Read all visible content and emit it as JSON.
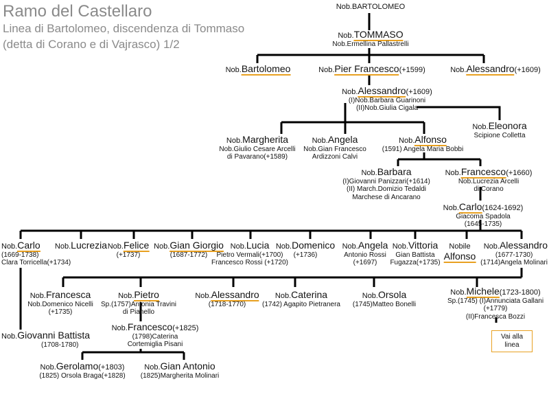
{
  "title": {
    "main": "Ramo del Castellaro",
    "line1": "Linea di Bartolomeo, discendenza di Tommaso",
    "line2": "(detta di Corano e di Vajrasco) 1/2"
  },
  "people": {
    "bartolomeo_root": {
      "prefix": "Nob.",
      "name": "BARTOLOMEO",
      "life": "",
      "details": []
    },
    "tommaso": {
      "prefix": "Nob.",
      "name": "TOMMASO",
      "life": "",
      "details": [
        "Nob.Ermellina Pallastrelli"
      ]
    },
    "bartolomeo": {
      "prefix": "Nob.",
      "name": "Bartolomeo",
      "life": "",
      "details": []
    },
    "pier_francesco": {
      "prefix": "Nob.",
      "name": "Pier Francesco",
      "life": "(+1599)",
      "details": []
    },
    "alessandro_1609_a": {
      "prefix": "Nob.",
      "name": "Alessandro",
      "life": "(+1609)",
      "details": []
    },
    "alessandro_1609_b": {
      "prefix": "Nob.",
      "name": "Alessandro",
      "life": "(+1609)",
      "details": [
        "(I)Nob.Barbara Guarinoni",
        "(II)Nob.Giulia Cigala"
      ]
    },
    "margherita": {
      "prefix": "Nob.",
      "name": "Margherita",
      "life": "",
      "details": [
        "Nob.Giulio Cesare Arcelli",
        "di Pavarano(+1589)"
      ]
    },
    "angela_a": {
      "prefix": "Nob.",
      "name": "Angela",
      "life": "",
      "details": [
        "Nob.Gian Francesco",
        "Ardizzoni Calvi"
      ]
    },
    "alfonso_a": {
      "prefix": "Nob.",
      "name": "Alfonso",
      "life": "",
      "details": [
        "(1591) Angela Maria Bobbi"
      ]
    },
    "eleonora": {
      "prefix": "Nob.",
      "name": "Eleonora",
      "life": "",
      "details": [
        "Scipione Colletta"
      ]
    },
    "barbara": {
      "prefix": "Nob.",
      "name": "Barbara",
      "life": "",
      "details": [
        "(I)Giovanni Panizzari(+1614)",
        "(II) March.Domizio Tedaldi",
        "Marchese di Ancarano"
      ]
    },
    "francesco_1660": {
      "prefix": "Nob.",
      "name": "Francesco",
      "life": "(+1660)",
      "details": [
        "Nob.Lucrezia Arcelli",
        "di Corano"
      ]
    },
    "carlo_1624": {
      "prefix": "Nob.",
      "name": "Carlo",
      "life": "(1624-1692)",
      "details": [
        "Giacoma  Spadola",
        "(1645-1735)"
      ]
    },
    "carlo_1669": {
      "prefix": "Nob.",
      "name": "Carlo",
      "life": "",
      "details": [
        "(1669-1738)",
        "Clara Torricella(+1734)"
      ]
    },
    "lucrezia": {
      "prefix": "Nob.",
      "name": "Lucrezia",
      "life": "",
      "details": []
    },
    "felice": {
      "prefix": "Nob.",
      "name": "Felice",
      "life": "",
      "details": [
        "(+1737)"
      ]
    },
    "gian_giorgio": {
      "prefix": "Nob.",
      "name": "Gian Giorgio",
      "life": "",
      "details": [
        "(1687-1772)"
      ]
    },
    "lucia": {
      "prefix": "Nob.",
      "name": "Lucia",
      "life": "",
      "details": [
        "Pietro Vermali(+1700)",
        "Francesco Rossi (+1720)"
      ]
    },
    "domenico": {
      "prefix": "Nob.",
      "name": "Domenico",
      "life": "",
      "details": [
        "(+1736)"
      ]
    },
    "angela_b": {
      "prefix": "Nob.",
      "name": "Angela",
      "life": "",
      "details": [
        "Antonio Rossi",
        "(+1697)"
      ]
    },
    "vittoria": {
      "prefix": "Nob.",
      "name": "Vittoria",
      "life": "",
      "details": [
        "Gian Battista",
        "Fugazza(+1735)"
      ]
    },
    "alfonso_b": {
      "prefix": "Nobile",
      "name": "Alfonso",
      "life": "",
      "details": []
    },
    "alessandro_1677": {
      "prefix": "Nob.",
      "name": "Alessandro",
      "life": "",
      "details": [
        "(1677-1730)",
        "(1714)Angela Molinari"
      ]
    },
    "francesca": {
      "prefix": "Nob.",
      "name": "Francesca",
      "life": "",
      "details": [
        "Nob.Domenico Nicelli",
        "(+1735)"
      ]
    },
    "pietro": {
      "prefix": "Nob.",
      "name": "Pietro",
      "life": "",
      "details": [
        "Sp.(1757)Antonia Travini",
        "di Pianello"
      ]
    },
    "alessandro_1718": {
      "prefix": "Nob.",
      "name": "Alessandro",
      "life": "",
      "details": [
        "(1718-1770)"
      ]
    },
    "caterina": {
      "prefix": "Nob.",
      "name": "Caterina",
      "life": "",
      "details": [
        "(1742) Agapito Pietranera"
      ]
    },
    "orsola": {
      "prefix": "Nob.",
      "name": "Orsola",
      "life": "",
      "details": [
        "(1745)Matteo Bonelli"
      ]
    },
    "michele": {
      "prefix": "Nob.",
      "name": "Michele",
      "life": "(1723-1800)",
      "details": [
        "Sp.(1745) (I)Annunciata Gallani",
        "(+1779)",
        "(II)Francesca Bozzi"
      ]
    },
    "giovanni_battista": {
      "prefix": "Nob.",
      "name": "Giovanni Battista",
      "life": "",
      "details": [
        "(1708-1780)"
      ]
    },
    "francesco_1825": {
      "prefix": "Nob.",
      "name": "Francesco",
      "life": "(+1825)",
      "details": [
        "(1798)Caterina",
        "Cortemiglia Pisani"
      ]
    },
    "gerolamo": {
      "prefix": "Nob.",
      "name": "Gerolamo",
      "life": "(+1803)",
      "details": [
        "(1825) Orsola Braga(+1828)"
      ]
    },
    "gian_antonio": {
      "prefix": "Nob.",
      "name": "Gian Antonio",
      "life": "",
      "details": [
        "(1825)Margherita Molinari"
      ]
    }
  },
  "link_box": {
    "line1": "Vai alla",
    "line2": "linea"
  },
  "colors": {
    "line": "#000000",
    "underline": "#e8a020",
    "title": "#8a8a8a",
    "box_border": "#e8a020"
  }
}
